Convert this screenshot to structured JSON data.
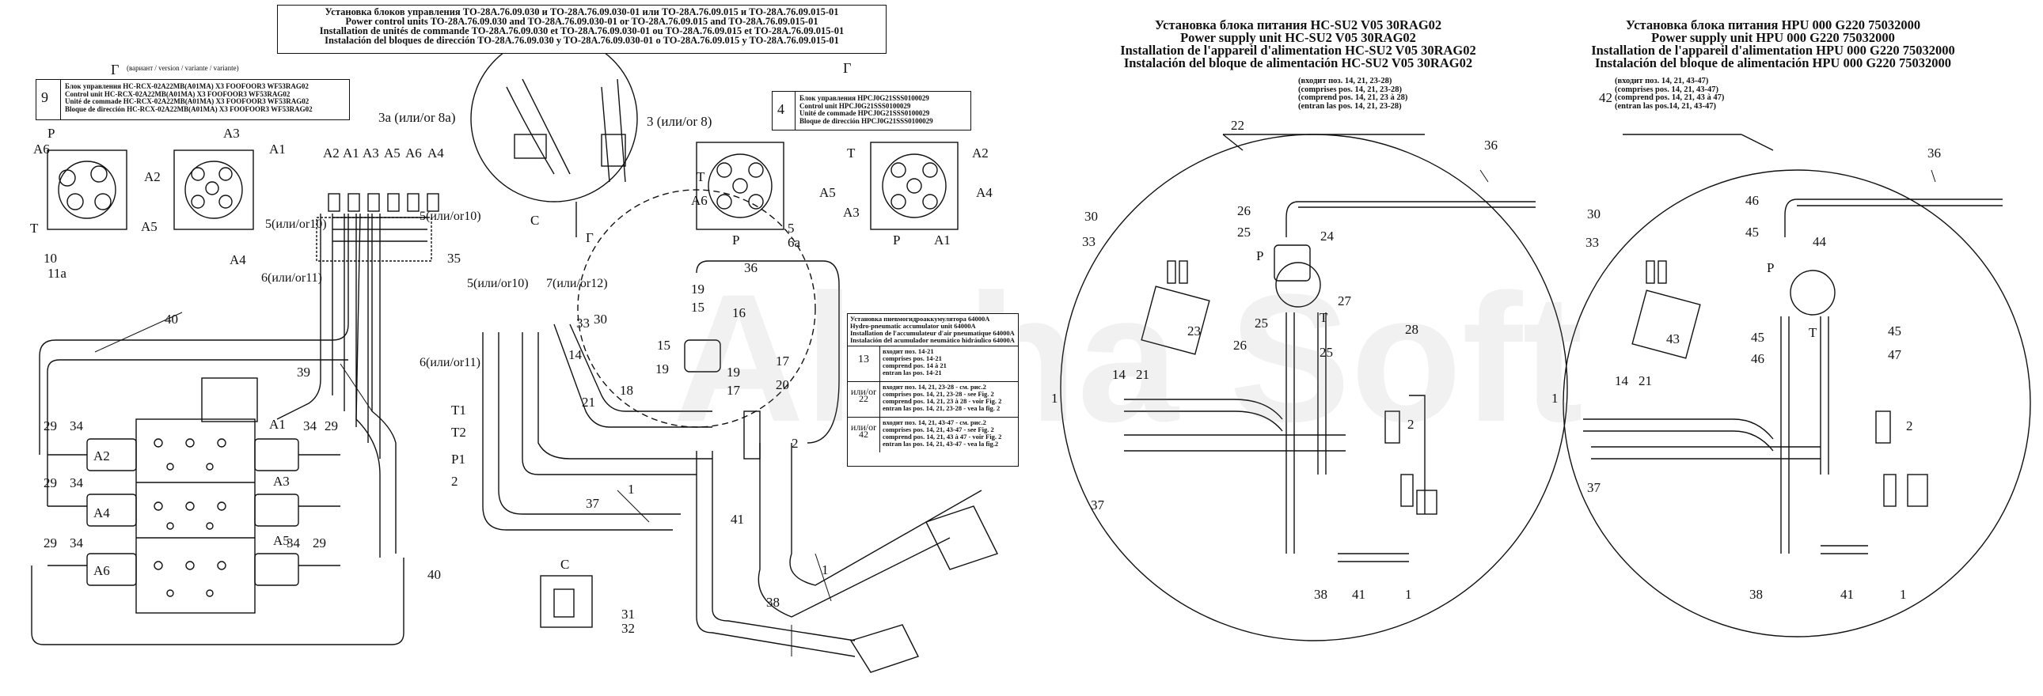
{
  "main_title": {
    "lines": [
      "Установка блоков управления ТО-28А.76.09.030  и ТО-28А.76.09.030-01 или ТО-28А.76.09.015  и ТО-28А.76.09.015-01",
      "Power control units TO-28A.76.09.030 and TO-28A.76.09.030-01 or TO-28A.76.09.015  and TO-28A.76.09.015-01",
      "Installation de unités de commande TO-28A.76.09.030 et TO-28A.76.09.030-01 ou  TO-28A.76.09.015 et TO-28A.76.09.015-01",
      "Instalación del bloques de dirección TO-28A.76.09.030 y TO-28A.76.09.030-01 o TO-28A.76.09.015 y TO-28A.76.09.015-01"
    ]
  },
  "unit_hc": {
    "title_lines": [
      "Установка блока питания HC-SU2 V05 30RAG02",
      "Power supply unit HC-SU2 V05 30RAG02",
      "Installation de l'appareil d'alimentation HC-SU2 V05 30RAG02",
      "Instalación del bloque de alimentación HC-SU2 V05 30RAG02"
    ],
    "ref": "22",
    "sub_lines": [
      "(входит поз. 14, 21, 23-28)",
      "(comprises pos. 14, 21, 23-28)",
      "(comprend pos. 14, 21, 23 à 28)",
      "(entran las pos. 14, 21, 23-28)"
    ],
    "labels": [
      "36",
      "30",
      "33",
      "26",
      "25",
      "24",
      "P",
      "25",
      "27",
      "T",
      "26",
      "25",
      "28",
      "23",
      "14",
      "21",
      "1",
      "2",
      "37",
      "38",
      "41",
      "1"
    ]
  },
  "unit_hpu": {
    "title_lines": [
      "Установка блока питания HPU 000 G220 75032000",
      "Power supply unit HPU 000 G220 75032000",
      "Installation de l'appareil d'alimentation HPU 000 G220 75032000",
      "Instalación del bloque de alimentación HPU 000 G220 75032000"
    ],
    "ref": "42",
    "sub_lines": [
      "(входит поз. 14, 21, 43-47)",
      "(comprises pos. 14, 21, 43-47)",
      "(comprend pos. 14, 21, 43 à 47)",
      "(entran las pos.14, 21, 43-47)"
    ],
    "labels": [
      "36",
      "30",
      "33",
      "46",
      "45",
      "44",
      "P",
      "43",
      "45",
      "46",
      "T",
      "45",
      "47",
      "14",
      "21",
      "1",
      "2",
      "37",
      "38",
      "41",
      "1"
    ]
  },
  "variant_left": {
    "header": "Г",
    "variant_note": "(вариант / version / variante / variante)",
    "ref": "9",
    "lines": [
      "Блок управления HC-RCX-02А22МВ(А01МА) X3 FOOFOOR3 WF53RAG02",
      "Control unit HC-RCX-02A22MB(A01MA) X3 FOOFOOR3 WF53RAG02",
      "Unité de commade HC-RCX-02A22MB(A01MA) X3 FOOFOOR3 WF53RAG02",
      "Bloque de dirección HC-RCX-02A22MB(A01MA) X3 FOOFOOR3 WF53RAG02"
    ]
  },
  "variant_right": {
    "header": "Г",
    "ref": "4",
    "lines": [
      "Блок управления HPCJ0G21SSS0100029",
      "Control unit HPCJ0G21SSS0100029",
      "Unité de commade HPCJ0G21SSS0100029",
      "Bloque de dirección HPCJ0G21SSS0100029"
    ]
  },
  "accum_table": {
    "header": [
      "Установка пневмогидроаккумулятора 64000А",
      "Hydro-pneumatic accumulator unit 64000A",
      "Installation de l'accumulateur d'air pneumatique 64000A",
      "Instalación del acumulador neumático hidráulico 64000A"
    ],
    "rows": [
      {
        "ref": "13",
        "lines": [
          "входит поз. 14-21",
          "comprises pos. 14-21",
          "comprend pos. 14 à 21",
          "entran las pos.  14-21"
        ]
      },
      {
        "ref": "или/or\n22",
        "lines": [
          "входит поз. 14, 21, 23-28 - см. рис.2",
          "comprises pos. 14, 21, 23-28 - see Fig. 2",
          "comprend pos. 14, 21, 23 à 28 - voir Fig. 2",
          "entran las pos. 14, 21, 23-28 - vea la fig. 2"
        ]
      },
      {
        "ref": "или/or\n42",
        "lines": [
          "входит поз. 14, 21, 43-47 - см. рис.2",
          "comprises pos. 14, 21, 43-47 - see Fig. 2",
          "comprend pos. 14, 21, 43 à 47 - voir Fig. 2",
          "entran las pos. 14, 21, 43-47 - vea la fig.2"
        ]
      }
    ]
  },
  "section_c": {
    "label": "C",
    "refs": [
      "31",
      "32"
    ]
  },
  "watermark": "Alpha Soft",
  "labels_left": {
    "va_a6": "A6",
    "va_p": "P",
    "va_t": "T",
    "va_a5": "A5",
    "va_a3": "A3",
    "va_a1": "A1",
    "va_a2": "A2",
    "va_a4": "A4",
    "va_10": "10",
    "va_11a": "11a",
    "top_ports": [
      "A2",
      "A1",
      "A3",
      "A5",
      "A6",
      "A4"
    ],
    "p5_10": "5(или/or10)",
    "p6_11": "6(или/or11)",
    "p35": "35",
    "p40": "40",
    "p39": "39",
    "p29": "29",
    "p34": "34",
    "pa2": "A2",
    "pa1": "A1",
    "pa3": "A3",
    "pa4": "A4",
    "pa5": "A5",
    "pa6": "A6",
    "t1": "T1",
    "t2": "T2",
    "p1": "P1",
    "p2": "2",
    "p7_12": "7(или/or12)",
    "p33": "33",
    "p30": "30",
    "p14": "14",
    "p21": "21",
    "p18": "18",
    "p37": "37",
    "p1b": "1",
    "p19": "19",
    "p15": "15",
    "p16": "16",
    "p36": "36",
    "p17": "17",
    "p20": "20",
    "p41": "41",
    "p38": "38",
    "p3a8a": "3а (или/or 8а)",
    "p3_8": "3 (или/or 8)",
    "pC": "C",
    "pG": "Г",
    "v4_t": "T",
    "v4_a6": "A6",
    "v4_a5": "A5",
    "v4_p": "P",
    "v4_5": "5",
    "v4_6a": "6a",
    "v4_t2": "T",
    "v4_a2": "A2",
    "v4_a3": "A3",
    "v4_a4": "A4",
    "v4_a1": "A1",
    "v4_p2": "P"
  }
}
